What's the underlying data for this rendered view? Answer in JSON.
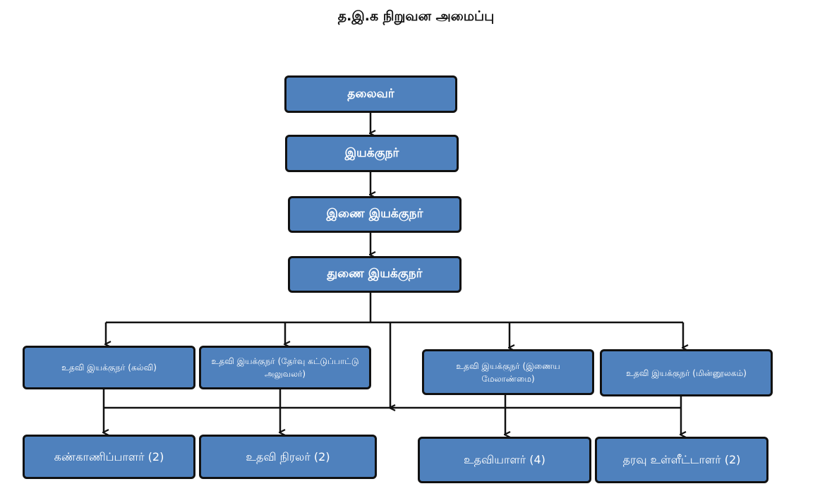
{
  "title": "த.இ.க நிறுவன அமைப்பு",
  "nodes": {
    "head": "தலைவர்",
    "director": "இயக்குநர்",
    "joint_director": "இணை இயக்குநர்",
    "deputy_director": "துணை இயக்குநர்",
    "ad_education": "உதவி இயக்குநர் (கல்வி)",
    "ad_exam": "உதவி இயக்குநர் (தேர்வு கட்டுப்பாட்டு அலுவலர்)",
    "ad_web": "உதவி இயக்குநர் (இணைய மேலாண்மை)",
    "ad_library": "உதவி இயக்குநர் (மின்னூலகம்)",
    "supervisors": "கண்காணிப்பாளர் (2)",
    "asst_programmers": "உதவி நிரலர் (2)",
    "assistants": "உதவியாளர் (4)",
    "data_entry": "தரவு உள்ளீட்டாளர்  (2)"
  }
}
